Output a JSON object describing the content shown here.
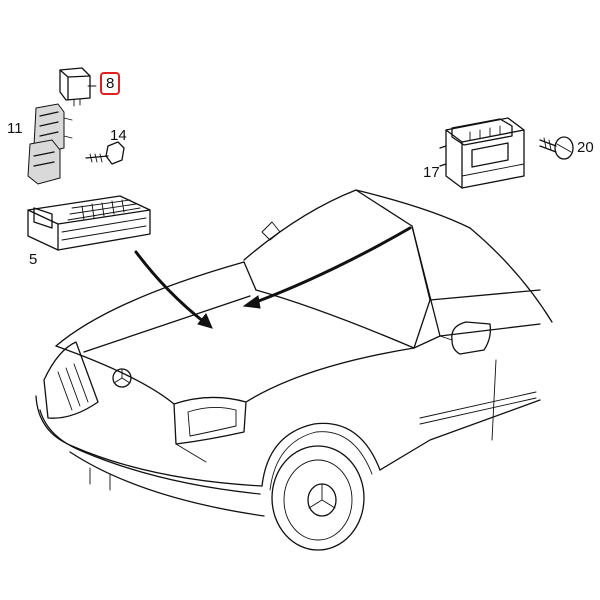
{
  "callouts": {
    "relay": "8",
    "bracket": "11",
    "screw_small": "14",
    "fuse_box": "5",
    "control_unit": "17",
    "screw_large": "20"
  },
  "highlight_color": "#e02020",
  "icons": [
    "relay",
    "relay-bracket",
    "screw",
    "fuse-relay-box",
    "control-module",
    "car-front",
    "mercedes-star-emblem"
  ]
}
